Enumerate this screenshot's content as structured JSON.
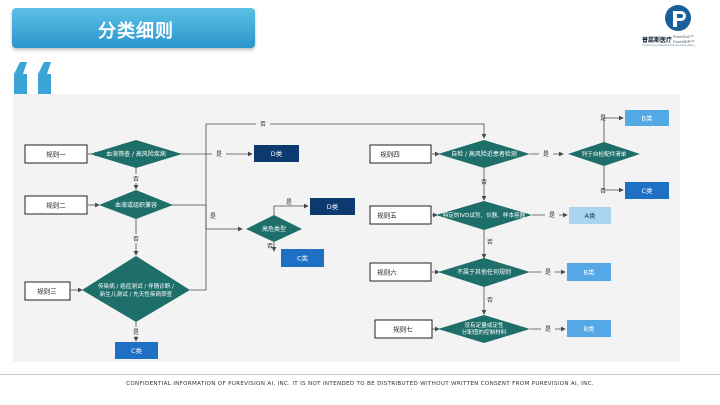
{
  "header": {
    "title": "分类细则"
  },
  "logo": {
    "name_cn": "普蕊斯医疗",
    "name_en_1": "PureVDA™",
    "name_en_2": "PureMDR™",
    "tagline": "Professional Medical Device Regulatory"
  },
  "rules": {
    "r1": "规则一",
    "r2": "规则二",
    "r3": "规则三",
    "r4": "规则四",
    "r5": "规则五",
    "r6": "规则六",
    "r7": "规则七"
  },
  "decisions": {
    "d1": "血液筛查 / 高风险疾病",
    "d2": "血液或组织兼容",
    "d3_line1": "传染病 / 癌症测试 / 伴随诊断 /",
    "d3_line2": "新生儿测试 / 先天性疾病筛查",
    "d_hr": "高危类型",
    "d4": "自检 / 高风险近患者检测",
    "d5": "特定的IVD试剂、仪器、样本容器",
    "d6": "不属于其他任何规则",
    "d7_line1": "没有定量或定性",
    "d7_line2": "分配值的控制材料",
    "d_self": "列于自检配件清单"
  },
  "classes": {
    "c_d1": "D类",
    "c_d2": "D类",
    "c_c1": "C类",
    "c_c3": "C类",
    "c_b_top": "B类",
    "c_c_right": "C类",
    "c_a": "A类",
    "c_b6": "B类",
    "c_b7": "B类"
  },
  "labels": {
    "yes": "是",
    "no": "否"
  },
  "footer": {
    "text": "CONFIDENTIAL INFORMATION OF PUREVISION AI, INC. IT IS NOT INTENDED TO BE DISTRIBUTED WITHOUT WRITTEN CONSENT FROM PUREVISION AI, INC."
  },
  "colors": {
    "diamond": "#1e6e6a",
    "class_dark": "#0d3a6e",
    "class_mid": "#1f6fc4",
    "class_light": "#a9d4f2",
    "class_b": "#55a8e6",
    "connector": "#4a4a4a"
  }
}
